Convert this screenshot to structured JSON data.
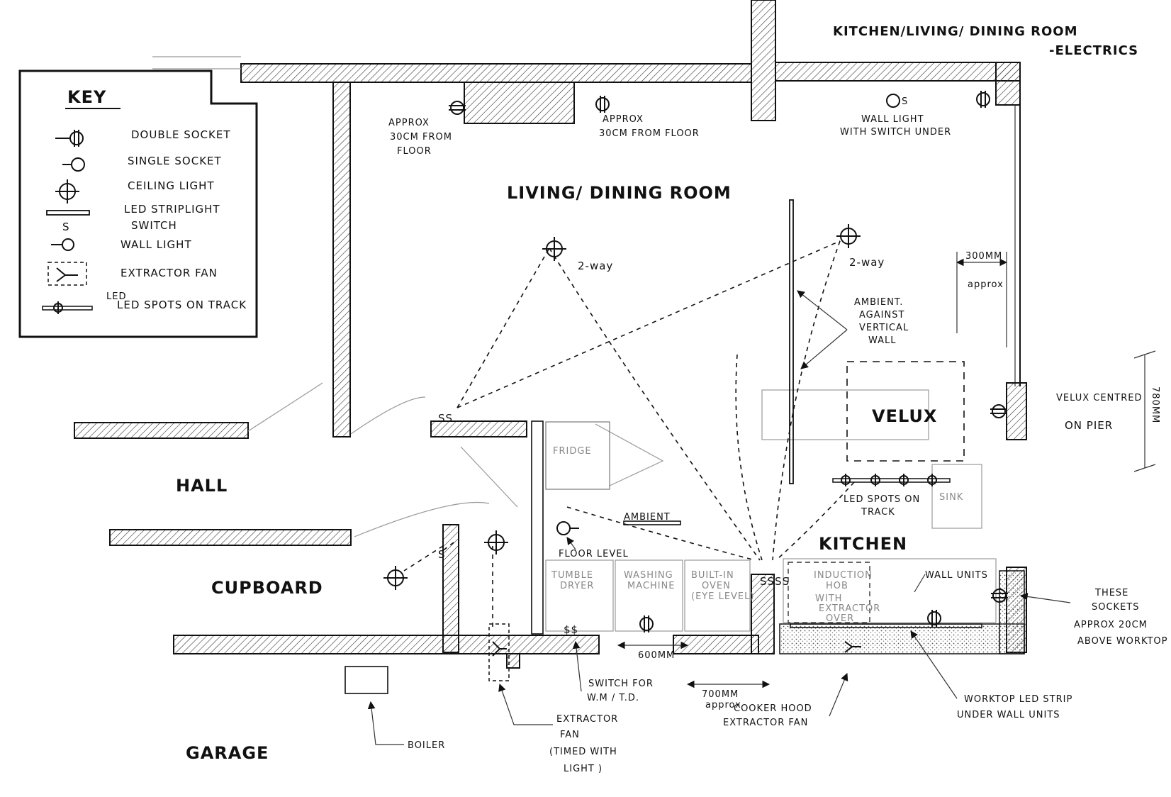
{
  "title": {
    "line1": "KITCHEN/LIVING/ DINING ROOM",
    "line2": "-ELECTRICS"
  },
  "key": {
    "heading": "KEY",
    "items": [
      {
        "label": "DOUBLE SOCKET",
        "icon": "double-socket-icon"
      },
      {
        "label": "SINGLE SOCKET",
        "icon": "single-socket-icon"
      },
      {
        "label": "CEILING LIGHT",
        "icon": "ceiling-light-icon"
      },
      {
        "label": "LED STRIPLIGHT",
        "icon": "led-striplight-icon"
      },
      {
        "label": "SWITCH",
        "icon": "switch-icon",
        "glyph": "S"
      },
      {
        "label": "WALL LIGHT",
        "icon": "wall-light-icon"
      },
      {
        "label": "EXTRACTOR FAN",
        "icon": "extractor-fan-icon"
      },
      {
        "label": "LED SPOTS ON TRACK",
        "icon": "led-spots-on-track-icon",
        "label_small": "LED"
      }
    ]
  },
  "rooms": {
    "living": "LIVING/ DINING ROOM",
    "hall": "HALL",
    "cupboard": "CUPBOARD",
    "garage": "GARAGE",
    "kitchen": "KITCHEN",
    "velux": "VELUX"
  },
  "notes": {
    "approx_floor_1": [
      "APPROX",
      "30CM FROM",
      "FLOOR"
    ],
    "approx_floor_2": [
      "APPROX",
      "30CM FROM FLOOR"
    ],
    "wall_light_switch": [
      "WALL LIGHT",
      "WITH SWITCH UNDER"
    ],
    "two_way_1": "2-way",
    "two_way_2": "2-way",
    "dim_300": "300MM",
    "dim_300_approx": "approx",
    "ambient_vertical": [
      "AMBIENT.",
      "AGAINST",
      "VERTICAL",
      "WALL"
    ],
    "velux_centred": [
      "VELUX CENTRED",
      "ON PIER"
    ],
    "dim_780": "780MM",
    "fridge": "FRIDGE",
    "ambient": "AMBIENT",
    "led_spots": [
      "LED SPOTS ON",
      "TRACK"
    ],
    "sink": "SINK",
    "floor_level": "FLOOR LEVEL",
    "tumble_dryer": [
      "TUMBLE",
      "DRYER"
    ],
    "washing_machine": [
      "WASHING",
      "MACHINE"
    ],
    "built_in_oven": [
      "BUILT-IN",
      "OVEN",
      "(EYE LEVEL)"
    ],
    "induction_hob": [
      "INDUCTION",
      "HOB",
      "WITH",
      "EXTRACTOR",
      "OVER"
    ],
    "wall_units": "WALL UNITS",
    "these_sockets": [
      "THESE",
      "SOCKETS",
      "APPROX 20CM",
      "ABOVE WORKTOP"
    ],
    "dim_600": "600MM",
    "dim_700": "700MM",
    "dim_700_approx": "approx",
    "switch_for": [
      "SWITCH FOR",
      "W.M / T.D."
    ],
    "cooker_hood": [
      "COOKER HOOD",
      "EXTRACTOR FAN"
    ],
    "worktop_led": [
      "WORKTOP LED STRIP",
      "UNDER WALL UNITS"
    ],
    "boiler": "BOILER",
    "extractor_fan": [
      "EXTRACTOR",
      "FAN",
      "(TIMED WITH",
      "LIGHT )"
    ],
    "switch_s": "S",
    "switch_ss": "SS",
    "switch_ssss": "SSSS",
    "switch_dollar": "$$"
  }
}
